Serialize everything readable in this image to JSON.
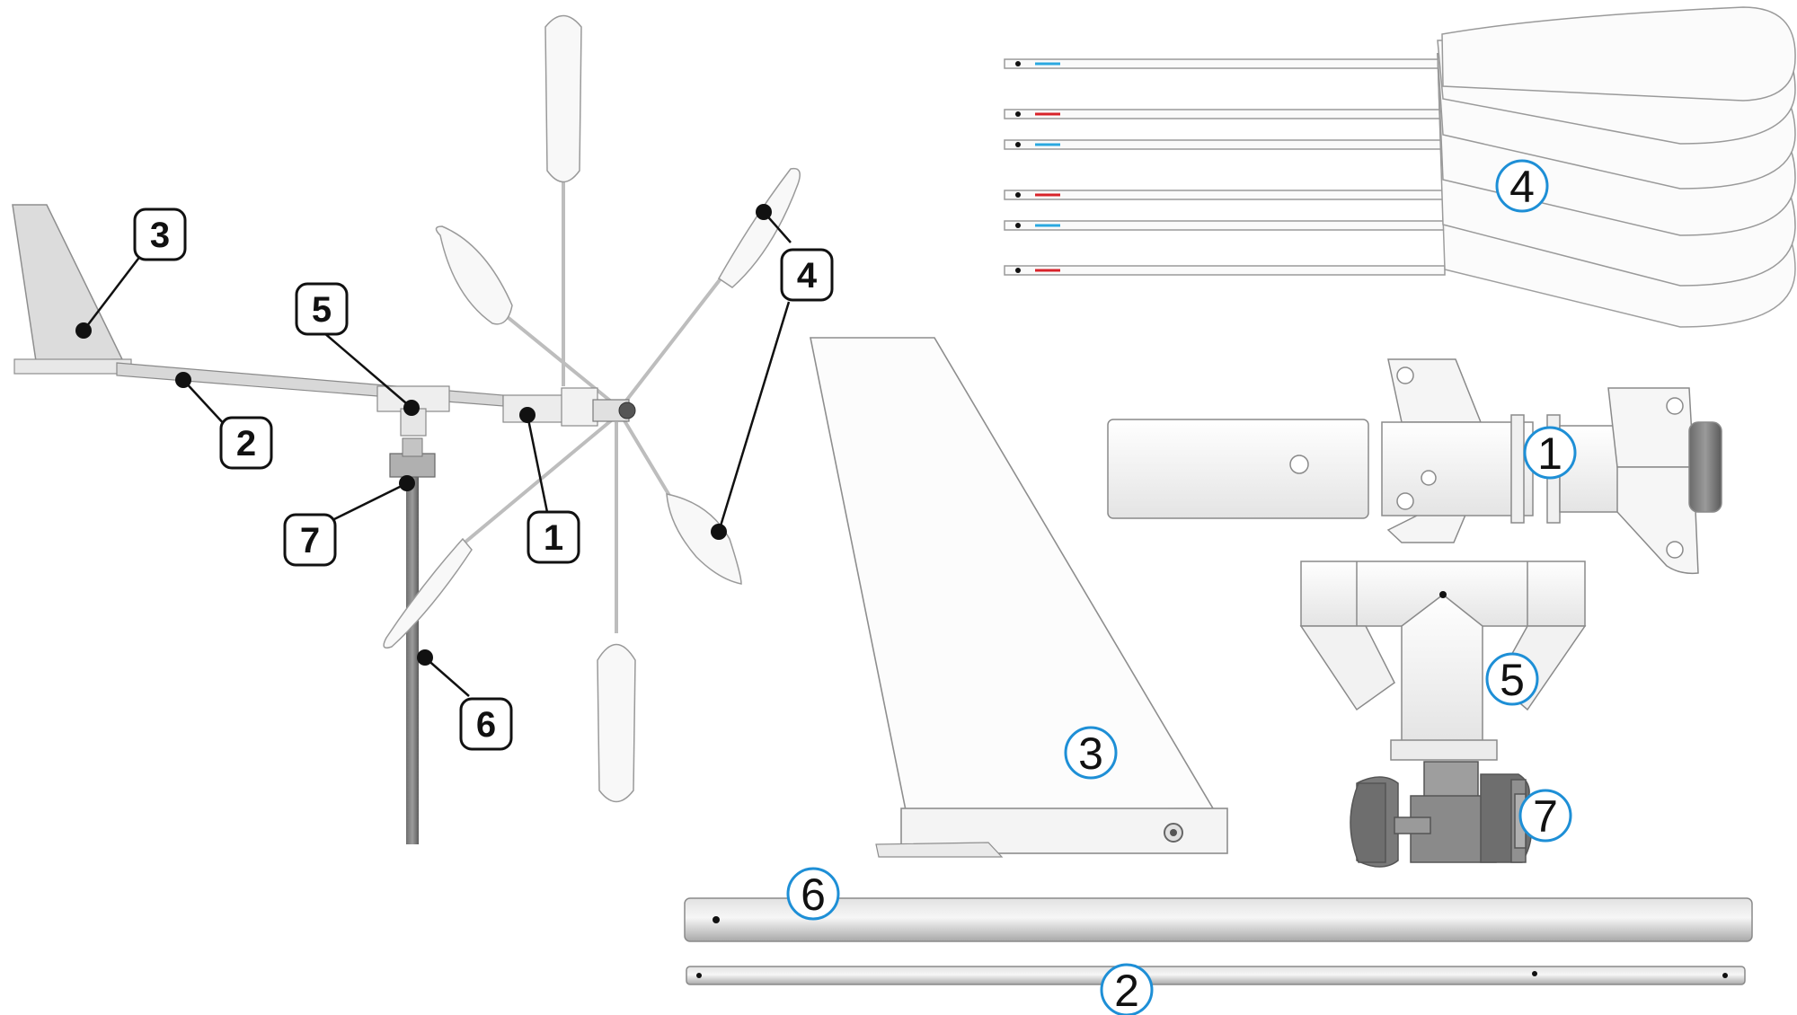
{
  "assembly_callouts": [
    {
      "num": "3"
    },
    {
      "num": "5"
    },
    {
      "num": "4"
    },
    {
      "num": "2"
    },
    {
      "num": "7"
    },
    {
      "num": "1"
    },
    {
      "num": "6"
    }
  ],
  "part_callouts": [
    {
      "num": "4"
    },
    {
      "num": "1"
    },
    {
      "num": "5"
    },
    {
      "num": "3"
    },
    {
      "num": "7"
    },
    {
      "num": "6"
    },
    {
      "num": "2"
    }
  ],
  "colors": {
    "callout_ring": "#1e8fd6",
    "outline": "#8a8a8a",
    "part_fill": "#f7f7f7",
    "pole": "#9a9a9a",
    "blade_mark_blue": "#2aa8e0",
    "blade_mark_red": "#d8232a"
  }
}
